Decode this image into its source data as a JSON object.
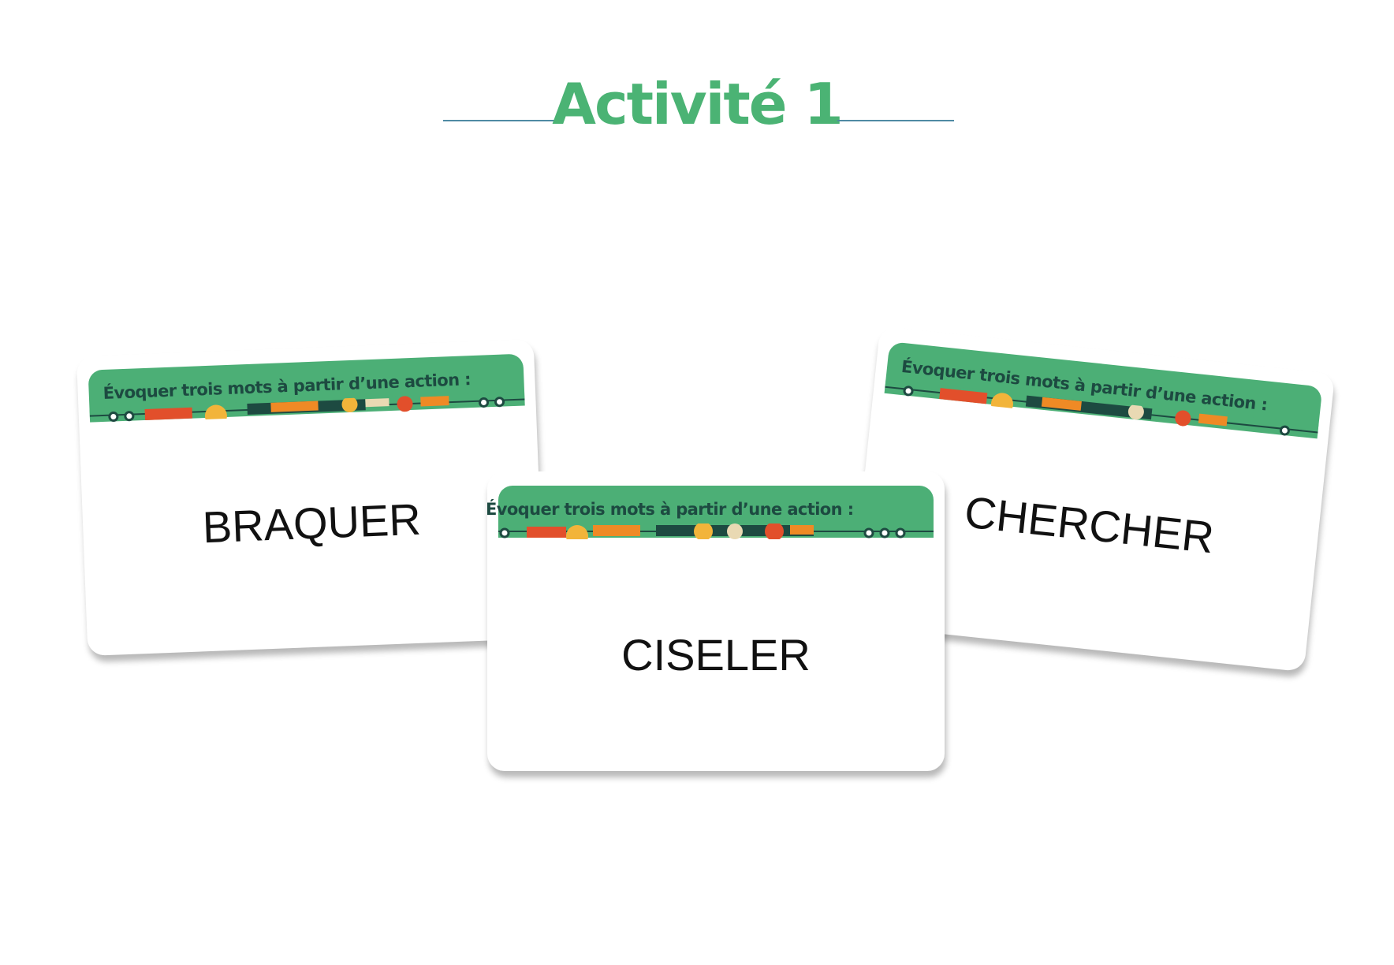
{
  "title": "Activité 1",
  "cards": [
    {
      "prompt": "Évoquer trois mots à partir d’une action :",
      "word": "BRAQUER"
    },
    {
      "prompt": "Évoquer trois mots à partir d’une action :",
      "word": "CISELER"
    },
    {
      "prompt": "Évoquer trois mots à partir d’une action :",
      "word": "CHERCHER"
    }
  ],
  "colors": {
    "accent": "#4bb374",
    "header": "#4caf76",
    "prompt_text": "#1d4a41",
    "rule": "#4f8aa3"
  }
}
